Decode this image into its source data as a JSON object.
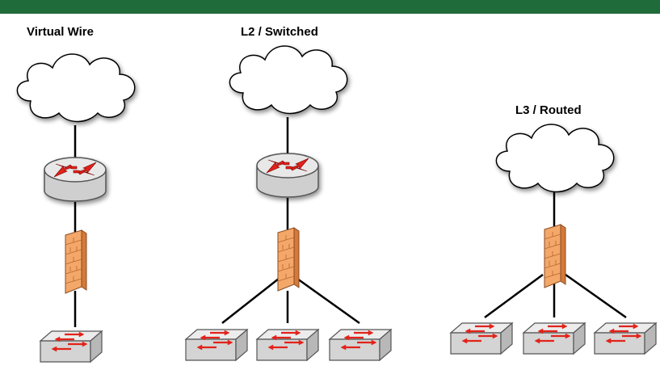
{
  "header": {
    "bar_color": "#1f6b3a"
  },
  "labels": {
    "virtual_wire": "Virtual Wire",
    "l2_switched": "L2 / Switched",
    "l3_routed": "L3 / Routed"
  },
  "icons": {
    "cloud": "cloud-icon",
    "router": "router-icon",
    "firewall": "firewall-icon",
    "switch": "switch-icon"
  },
  "colors": {
    "router_arrow": "#e2231a",
    "firewall": "#f0a060",
    "device_body": "#d9d9d9",
    "link": "#000000"
  }
}
